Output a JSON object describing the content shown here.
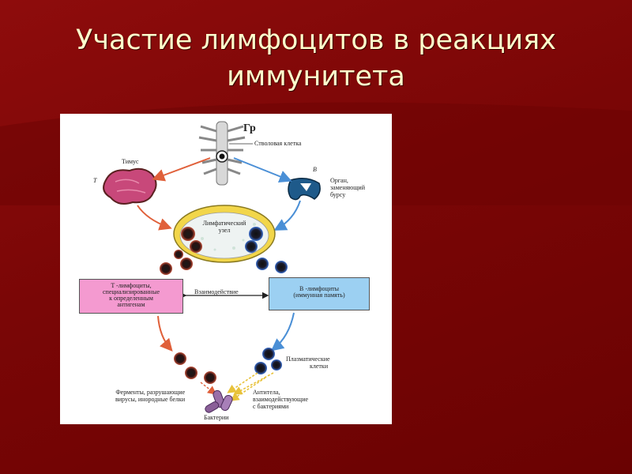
{
  "slide": {
    "title_line1": "Участие лимфоцитов в реакциях",
    "title_line2": "иммунитета"
  },
  "diagram": {
    "label_gr": "Гр",
    "label_stem_cell": "Стволовая клетка",
    "label_thymus": "Тимус",
    "label_t": "T",
    "label_b": "B",
    "label_bursa_line1": "Орган,",
    "label_bursa_line2": "заменяющий",
    "label_bursa_line3": "бурсу",
    "label_node_line1": "Лимфатический",
    "label_node_line2": "узел",
    "t_box_line1": "T -лимфоциты,",
    "t_box_line2": "специализированные",
    "t_box_line3": "к определенным",
    "t_box_line4": "антигенам",
    "interaction": "Взаимодействие",
    "b_box_line1": "B -лимфоциты",
    "b_box_line2": "(иммунная память)",
    "plasma_line1": "Плазматические",
    "plasma_line2": "клетки",
    "enzymes_line1": "Ферменты, разрушающие",
    "enzymes_line2": "вирусы, инородные белки",
    "antibodies_line1": "Антитела,",
    "antibodies_line2": "взаимодействующие",
    "antibodies_line3": "с бактериями",
    "bacteria": "Бактерии"
  },
  "colors": {
    "background": "#7a0606",
    "title": "#ffffcc",
    "t_path": "#e0603a",
    "b_path": "#4a8fd6",
    "t_box": "#f49ad0",
    "b_box": "#9cd0f2",
    "node_ring": "#f2d64a"
  }
}
